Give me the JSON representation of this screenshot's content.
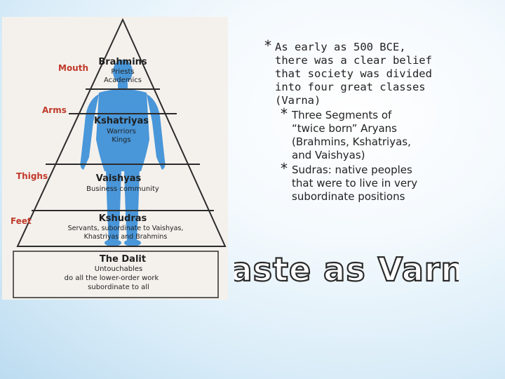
{
  "slide": {
    "title": "Caste as Varna",
    "bullets": [
      {
        "text": "As early as 500 BCE, there was a clear belief that society was divided into four great classes (Varna)",
        "lines": [
          "As early as 500 BCE,",
          "there was a clear belief",
          "that society was divided",
          "into four great classes",
          "(Varna)"
        ],
        "sub": [
          {
            "text": "Three Segments of “twice born” Aryans (Brahmins, Kshatriyas, and Vaishyas)",
            "lines": [
              "Three Segments of",
              "“twice born” Aryans",
              "(Brahmins, Kshatriyas,",
              "and Vaishyas)"
            ]
          },
          {
            "text": "Sudras: native peoples that were to live in very subordinate positions",
            "lines": [
              "Sudras:  native peoples",
              "that were to live in very",
              "subordinate positions"
            ]
          }
        ]
      }
    ]
  },
  "pyramid": {
    "body_parts": [
      "Mouth",
      "Arms",
      "Thighs",
      "Feet"
    ],
    "tiers": [
      {
        "name": "Brahmins",
        "desc": [
          "Priests",
          "Academics"
        ]
      },
      {
        "name": "Kshatriyas",
        "desc": [
          "Warriors",
          "Kings"
        ]
      },
      {
        "name": "Vaishyas",
        "desc": [
          "Business community"
        ]
      },
      {
        "name": "Kshudras",
        "desc": [
          "Servants, subordinate to Vaishyas,",
          "Khastriyas and Brahmins"
        ]
      },
      {
        "name": "The Dalit",
        "desc": [
          "Untouchables",
          "do all the lower-order work",
          "subordinate to all"
        ]
      }
    ],
    "colors": {
      "label_red": "#c0392b",
      "figure_blue": "#3a8fd6",
      "line": "#333333",
      "background": "#f4f1ec"
    }
  }
}
